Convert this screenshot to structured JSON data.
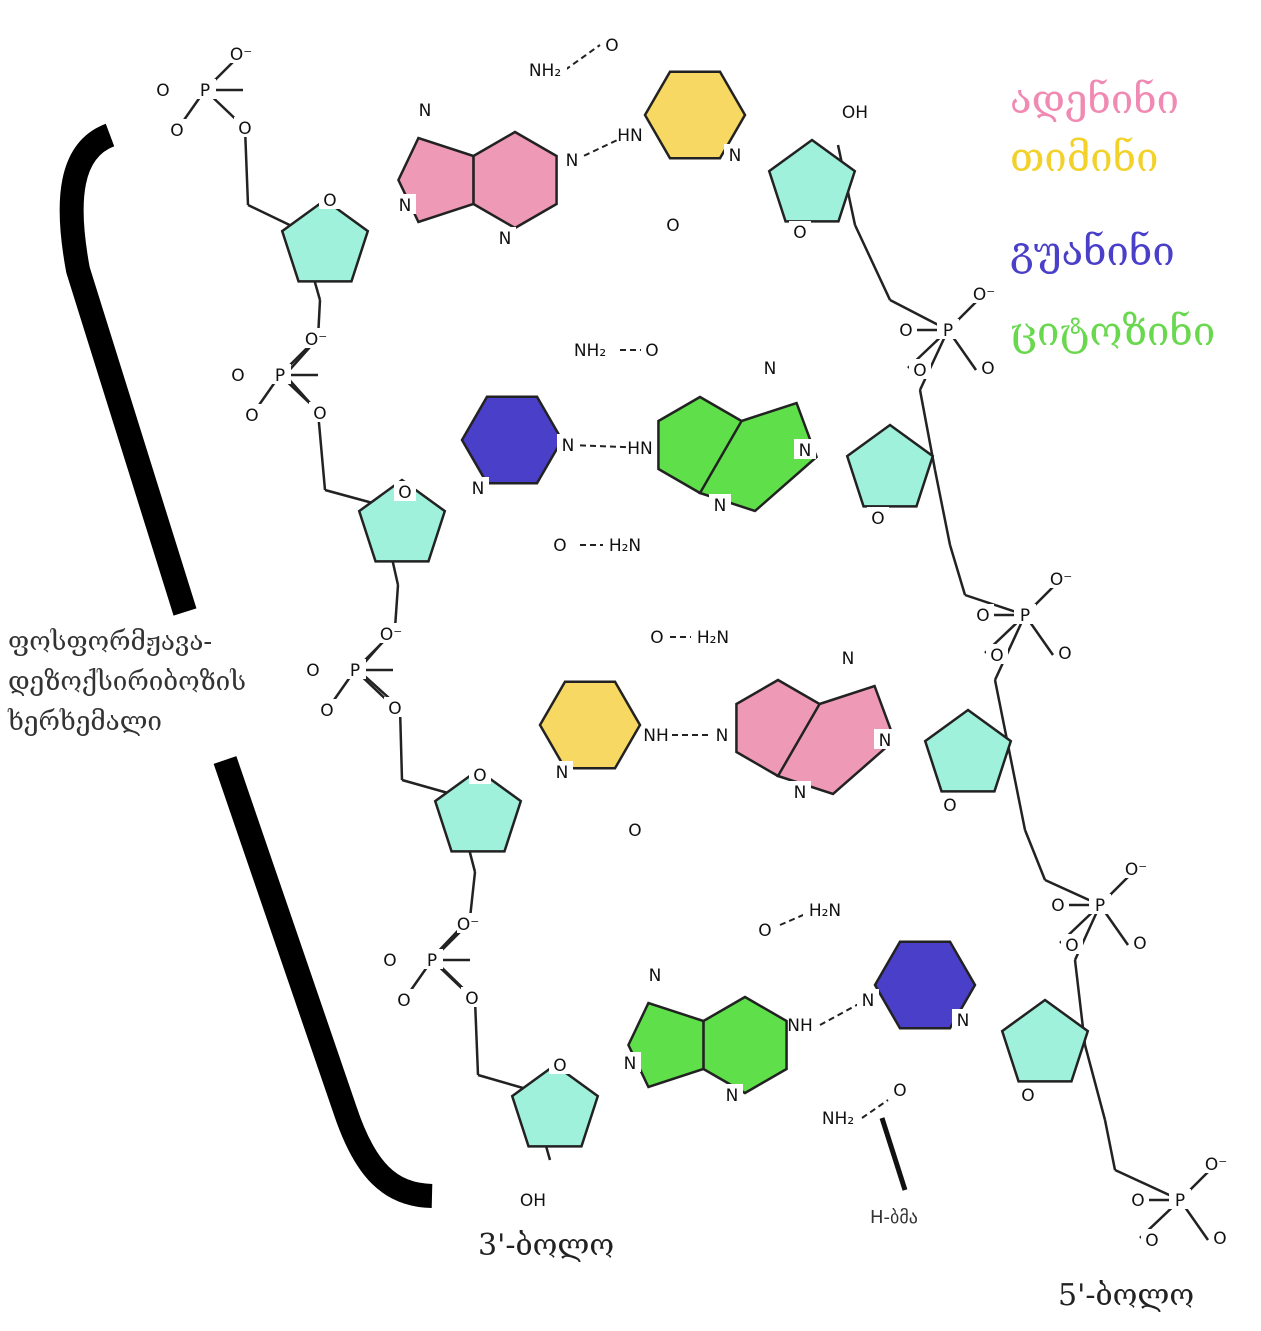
{
  "legend": {
    "adenine": "ადენინი",
    "thymine": "თიმინი",
    "guanine": "გუანინი",
    "cytosine": "ციტოზინი"
  },
  "colors": {
    "adenine": "#ee9ab7",
    "thymine": "#f6d862",
    "guanine": "#4a3fc8",
    "cytosine": "#5fe04a",
    "sugar": "#9ff1dc",
    "adenine_text": "#f18ab3",
    "thymine_text": "#f2d12a",
    "guanine_text": "#4a3fc8",
    "cytosine_text": "#6ad84f"
  },
  "backbone_label": [
    "ფოსფორმჟავა-",
    "დეზოქსირიბოზის",
    "ხერხემალი"
  ],
  "end_3": "3'-ბოლო",
  "end_5": "5'-ბოლო",
  "hbond_label": "H-ბმა",
  "atoms": {
    "O": "O",
    "Ominus": "O⁻",
    "P": "P",
    "N": "N",
    "NH": "NH",
    "HN": "HN",
    "NH2": "NH₂",
    "H2N": "H₂N",
    "OH": "OH"
  }
}
